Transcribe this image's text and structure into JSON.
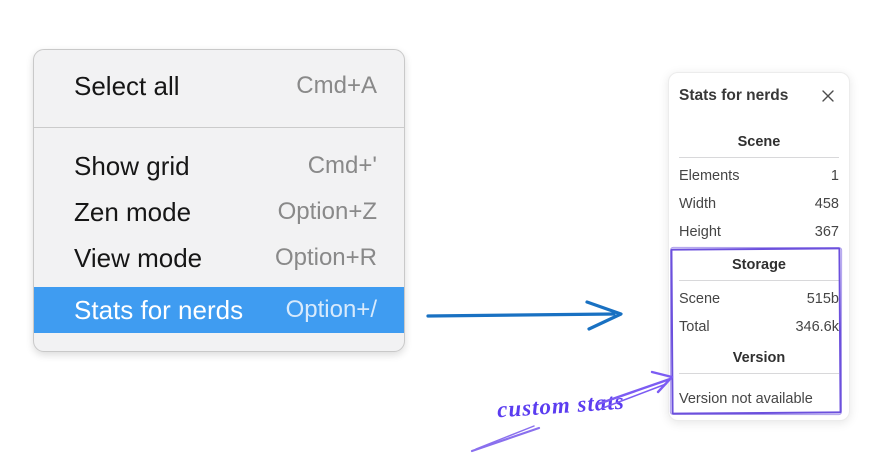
{
  "colors": {
    "menu_highlight": "#3f9cf1",
    "menu_background": "#f2f2f3",
    "flow_arrow_blue": "#1971c2",
    "annotation_purple": "#7c5cf3",
    "annotation_box_purple": "#6c50dd",
    "annotation_text_purple": "#5b3df0"
  },
  "context_menu": {
    "items": [
      {
        "label": "Select all",
        "shortcut": "Cmd+A"
      },
      {
        "label": "Show grid",
        "shortcut": "Cmd+'"
      },
      {
        "label": "Zen mode",
        "shortcut": "Option+Z"
      },
      {
        "label": "View mode",
        "shortcut": "Option+R"
      },
      {
        "label": "Stats for nerds",
        "shortcut": "Option+/"
      }
    ],
    "highlighted_item": "Stats for nerds"
  },
  "stats_panel": {
    "title": "Stats for nerds",
    "close_icon": "close-icon",
    "sections": [
      {
        "header": "Scene",
        "rows": [
          {
            "label": "Elements",
            "value": "1"
          },
          {
            "label": "Width",
            "value": "458"
          },
          {
            "label": "Height",
            "value": "367"
          }
        ]
      },
      {
        "header": "Storage",
        "rows": [
          {
            "label": "Scene",
            "value": "515b"
          },
          {
            "label": "Total",
            "value": "346.6k"
          }
        ]
      },
      {
        "header": "Version",
        "note": "Version not available"
      }
    ]
  },
  "annotation": {
    "label": "custom stats"
  }
}
